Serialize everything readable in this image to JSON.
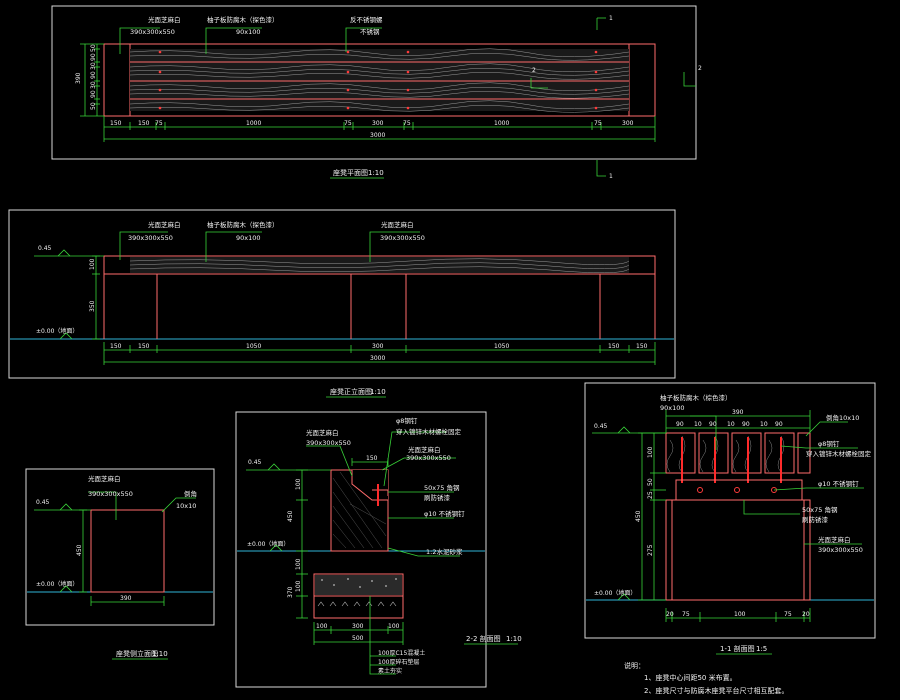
{
  "plan": {
    "labels": {
      "stone_base": "光面芝麻白",
      "stone_size": "390x300x550",
      "wood": "柚子板防腐木（探色漆）",
      "wood_size": "90x100",
      "bolt": "反不锈钢螺",
      "bolt2": "不锈钢"
    },
    "left_dims": [
      "50",
      "90",
      "30",
      "90",
      "30",
      "90",
      "50"
    ],
    "left_total": "390",
    "bottom_dims": [
      "150",
      "150",
      "75",
      "1000",
      "75",
      "300",
      "75",
      "1000",
      "75",
      "300"
    ],
    "bottom_total": "3000",
    "cut_marks": [
      "1",
      "1",
      "2",
      "2"
    ],
    "title": "座凳平面图",
    "scale": "1:10"
  },
  "elevation": {
    "level": "0.45",
    "labels": {
      "stone_left": "光面芝麻白",
      "stone_left_size": "390x300x550",
      "wood": "柚子板防腐木（探色漆）",
      "wood_size": "90x100",
      "stone_right": "光面芝麻白",
      "stone_right_size": "390x300x550"
    },
    "left_dims": [
      "100",
      "350"
    ],
    "ground": "±0.00（地面）",
    "bottom_dims": [
      "150",
      "150",
      "1050",
      "300",
      "1050",
      "150",
      "150"
    ],
    "bottom_total": "3000",
    "title": "座凳正立面图",
    "scale": "1:10"
  },
  "side": {
    "level": "0.45",
    "label": "光面芝麻白",
    "size": "390x300x550",
    "chamfer": "倒角",
    "chamfer_size": "10x10",
    "height": "450",
    "ground": "±0.00（地面）",
    "width": "390",
    "title": "座凳侧立面图",
    "scale": "1:10"
  },
  "section22": {
    "level": "0.45",
    "stone": "光面芝麻白",
    "stone_size": "390x300x550",
    "bolt": "φ8钢钉",
    "bolt_note": "穿入镀锌木材螺栓固定",
    "stone2": "光面芝麻白",
    "stone2_size": "390x300x550",
    "steel": "50x75 角钢",
    "steel_note": "刷防锈漆",
    "dims_top": [
      "150"
    ],
    "plate": "φ10 不锈钢钉",
    "mortar": "1:2水泥砂浆",
    "left_dims": [
      "100",
      "450",
      "100",
      "100",
      "370"
    ],
    "ground": "±0.00（地面）",
    "bottom_dims": [
      "100",
      "300",
      "100"
    ],
    "bottom_total": "500",
    "layers": [
      "100厚C15混凝土",
      "100厚碎石垫层",
      "素土夯实"
    ],
    "title": "2-2 剖面图",
    "scale": "1:10"
  },
  "section11": {
    "wood": "柚子板防腐木（棕色漆）",
    "wood_size": "90x100",
    "top_total": "390",
    "top_dims": [
      "90",
      "10",
      "90",
      "10",
      "90",
      "10",
      "90"
    ],
    "chamfer": "倒角10x10",
    "bolt": "φ8钢钉",
    "bolt_note": "穿入镀锌木材螺栓固定",
    "level": "0.45",
    "left_dims": [
      "100",
      "50",
      "25",
      "275"
    ],
    "height": "450",
    "plate": "φ10 不锈钢钉",
    "steel": "50x75 角钢",
    "steel_note": "刷防锈漆",
    "stone": "光面芝麻白",
    "stone_size": "390x300x550",
    "ground": "±0.00（地面）",
    "bottom_dims": [
      "20",
      "75",
      "100",
      "75",
      "20"
    ],
    "title": "1-1 剖面图",
    "scale": "1:5"
  },
  "notes": {
    "heading": "说明：",
    "items": [
      "1、座凳中心间距50 米布置。",
      "2、座凳尺寸与防腐木座凳平台尺寸相互配套。"
    ]
  }
}
